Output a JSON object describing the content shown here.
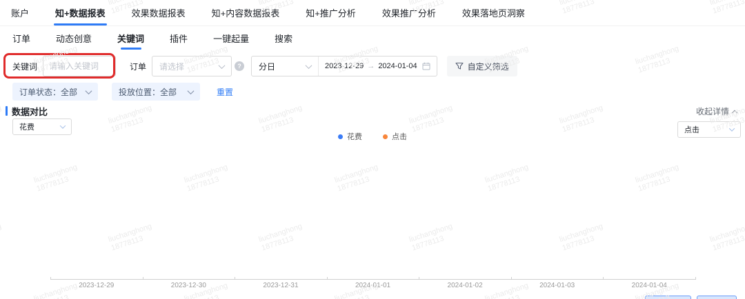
{
  "topnav": {
    "tabs": [
      "账户",
      "知+数据报表",
      "效果数据报表",
      "知+内容数据报表",
      "知+推广分析",
      "效果推广分析",
      "效果落地页洞察"
    ],
    "active_index": 1
  },
  "subnav": {
    "tabs": [
      "订单",
      "动态创意",
      "关键词",
      "插件",
      "一键起量",
      "搜索"
    ],
    "active_index": 2
  },
  "filters": {
    "keyword_label": "关键词",
    "keyword_placeholder": "请输入关键词",
    "keyword_value": "",
    "order_label": "订单",
    "order_placeholder": "请选择",
    "granularity_value": "分日",
    "date_start": "2023-12-29",
    "date_arrow": "→",
    "date_end": "2024-01-04",
    "custom_filter_label": "自定义筛选",
    "order_status_value": "订单状态：全部",
    "placement_value": "投放位置：全部",
    "reset_label": "重置"
  },
  "comparison": {
    "title": "数据对比",
    "collapse_label": "收起详情",
    "left_metric_value": "花费",
    "right_metric_value": "点击"
  },
  "chart_data": {
    "type": "line",
    "categories": [
      "2023-12-29",
      "2023-12-30",
      "2023-12-31",
      "2024-01-01",
      "2024-01-02",
      "2024-01-03",
      "2024-01-04"
    ],
    "series": [
      {
        "name": "花费",
        "color": "#3b7cf6",
        "values": []
      },
      {
        "name": "点击",
        "color": "#f8863b",
        "values": []
      }
    ],
    "legend": [
      "花费",
      "点击"
    ],
    "legend_position": "top-center",
    "grid": false,
    "xlabel": "",
    "ylabel": ""
  },
  "watermark": {
    "line1": "liuchanghong",
    "line2": "18778113"
  },
  "colors": {
    "accent_blue": "#2e7bf6",
    "annotation_red": "#e02b2b",
    "legend_blue": "#3b7cf6",
    "legend_orange": "#f8863b",
    "dropdown_bg": "#edf3fe"
  },
  "help_icon_glyph": "?"
}
